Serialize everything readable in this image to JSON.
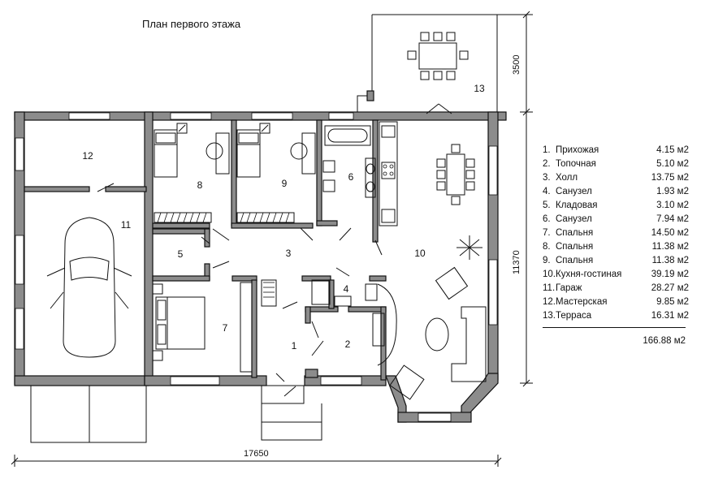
{
  "title": "План первого этажа",
  "dimensions": {
    "overall_width": "17650",
    "overall_depth": "11370",
    "terrace_depth": "3500"
  },
  "room_labels": [
    "1",
    "2",
    "3",
    "4",
    "5",
    "6",
    "7",
    "8",
    "9",
    "10",
    "11",
    "12",
    "13"
  ],
  "rooms": [
    {
      "num": "1.",
      "name": "Прихожая",
      "area": "4.15 м2"
    },
    {
      "num": "2.",
      "name": "Топочная",
      "area": "5.10 м2"
    },
    {
      "num": "3.",
      "name": "Холл",
      "area": "13.75 м2"
    },
    {
      "num": "4.",
      "name": "Санузел",
      "area": "1.93 м2"
    },
    {
      "num": "5.",
      "name": "Кладовая",
      "area": "3.10 м2"
    },
    {
      "num": "6.",
      "name": "Санузел",
      "area": "7.94 м2"
    },
    {
      "num": "7.",
      "name": "Спальня",
      "area": "14.50 м2"
    },
    {
      "num": "8.",
      "name": "Спальня",
      "area": "11.38 м2"
    },
    {
      "num": "9.",
      "name": "Спальня",
      "area": "11.38 м2"
    },
    {
      "num": "10.",
      "name": "Кухня-гостиная",
      "area": "39.19 м2"
    },
    {
      "num": "11.",
      "name": "Гараж",
      "area": "28.27 м2"
    },
    {
      "num": "12.",
      "name": "Мастерская",
      "area": "9.85 м2"
    },
    {
      "num": "13.",
      "name": "Терраса",
      "area": "16.31 м2"
    }
  ],
  "total_area": "166.88 м2"
}
